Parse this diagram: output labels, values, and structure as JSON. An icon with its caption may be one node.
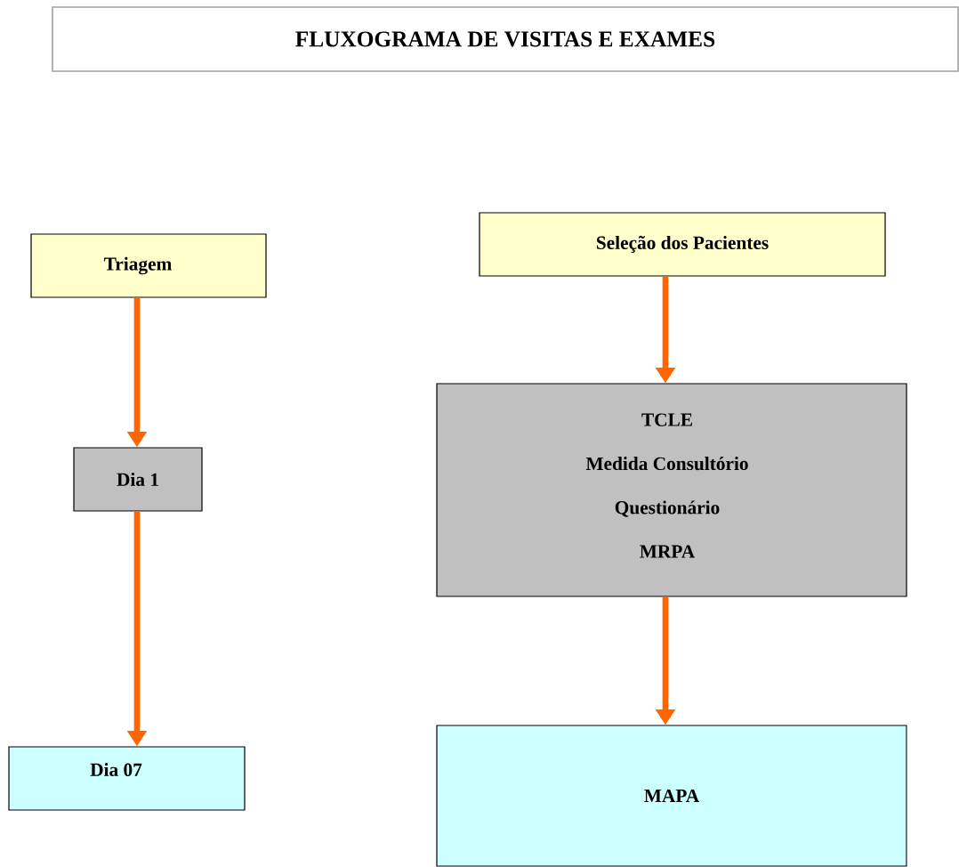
{
  "diagram": {
    "title": "FLUXOGRAMA DE VISITAS E EXAMES",
    "nodes": [
      {
        "text": [
          "Triagem"
        ]
      },
      {
        "text": [
          "Seleção dos Pacientes"
        ]
      },
      {
        "text": [
          "Dia 1"
        ]
      },
      {
        "text": [
          "TCLE",
          "Medida Consultório",
          "Questionário",
          "MRPA"
        ]
      },
      {
        "text": [
          "Dia 07"
        ]
      },
      {
        "text": [
          "MAPA"
        ]
      }
    ],
    "edges": [
      {
        "from": 0,
        "to": 2,
        "arrow": "to"
      },
      {
        "from": 1,
        "to": 3,
        "arrow": "to"
      },
      {
        "from": 2,
        "to": 4,
        "arrow": "to"
      },
      {
        "from": 3,
        "to": 5,
        "arrow": "to"
      }
    ]
  }
}
